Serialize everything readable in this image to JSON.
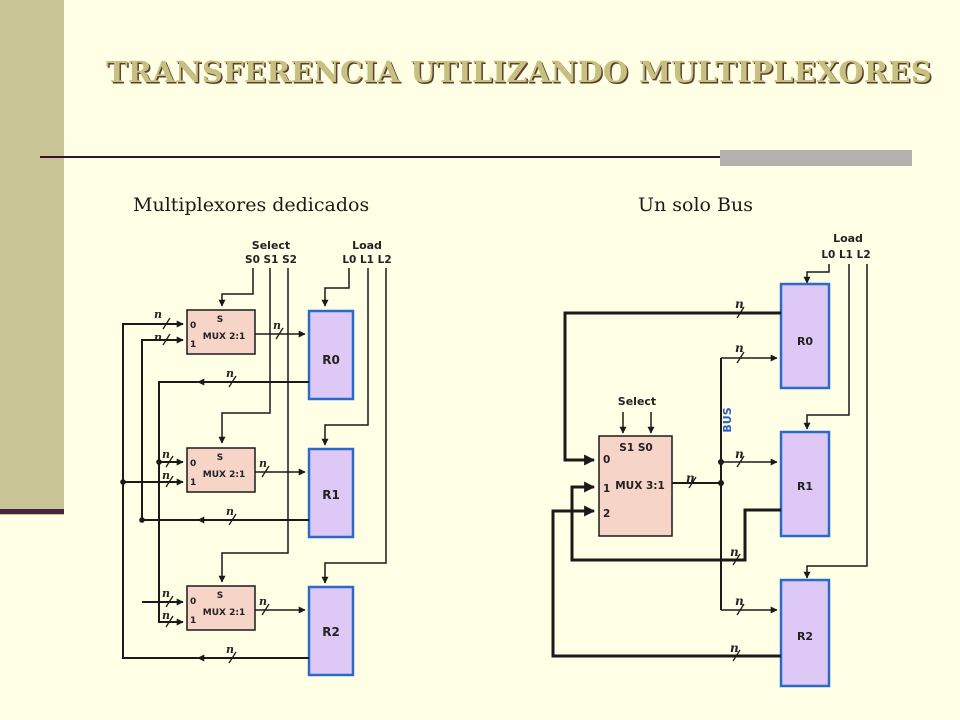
{
  "title": "TRANSFERENCIA UTILIZANDO MULTIPLEXORES",
  "left_diagram": {
    "subtitle": "Multiplexores dedicados",
    "select_label": "Select",
    "select_signals": "S0  S1  S2",
    "load_label": "Load",
    "load_signals": "L0  L1 L2",
    "mux_select": "S",
    "mux_label": "MUX 2:1",
    "mux_input_0": "0",
    "mux_input_1": "1",
    "width": "n",
    "registers": [
      "R0",
      "R1",
      "R2"
    ]
  },
  "right_diagram": {
    "subtitle": "Un solo Bus",
    "load_label": "Load",
    "load_signals": "L0 L1 L2",
    "select_label": "Select",
    "mux_selects": "S1   S0",
    "mux_label": "MUX  3:1",
    "mux_inputs": [
      "0",
      "1",
      "2"
    ],
    "bus_label": "BUS",
    "width": "n",
    "registers": [
      "R0",
      "R1",
      "R2"
    ]
  },
  "colors": {
    "background": "#ffffe6",
    "side_band": "#c8c496",
    "register_fill": "#ddc8f6",
    "register_border": "#2a6ac8",
    "mux_fill": "#f7d4c8",
    "bus_label": "#2a5cc8"
  }
}
